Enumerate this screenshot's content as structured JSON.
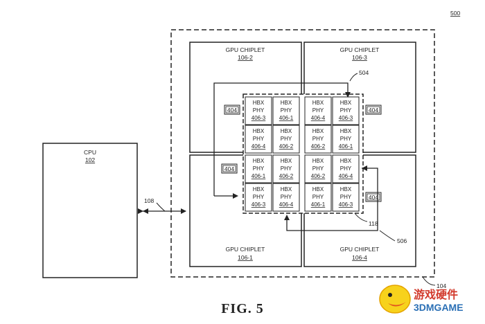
{
  "figure": {
    "fig_number": "500",
    "caption": "FIG. 5"
  },
  "cpu": {
    "label": "CPU",
    "ref": "102"
  },
  "package": {
    "ref": "104"
  },
  "link": {
    "ref": "108"
  },
  "chiplets": [
    {
      "label": "GPU CHIPLET",
      "ref": "106-2"
    },
    {
      "label": "GPU CHIPLET",
      "ref": "106-3"
    },
    {
      "label": "GPU CHIPLET",
      "ref": "106-1"
    },
    {
      "label": "GPU CHIPLET",
      "ref": "106-4"
    }
  ],
  "memory_ref": "404",
  "bridge": {
    "ref": "118",
    "top_ref": "504",
    "bottom_ref": "506"
  },
  "phy": {
    "line1": "HBX",
    "line2": "PHY",
    "cells": [
      "406-3",
      "406-1",
      "406-4",
      "406-3",
      "406-4",
      "406-2",
      "406-2",
      "406-1",
      "406-1",
      "406-2",
      "406-2",
      "406-4",
      "406-3",
      "406-4",
      "406-1",
      "406-3"
    ]
  },
  "watermark": {
    "text_cn": "游戏硬件",
    "text_en": "3DMGAME"
  }
}
